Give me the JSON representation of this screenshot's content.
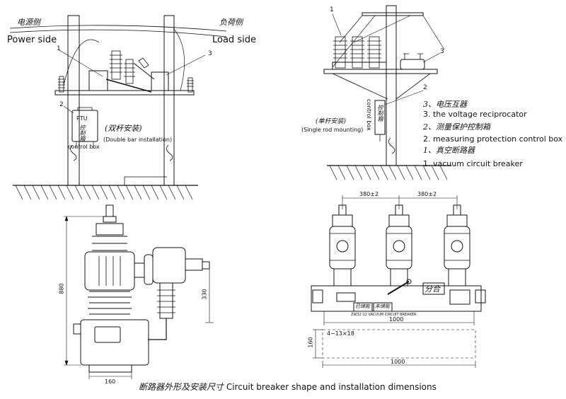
{
  "top_left": {
    "power_side_cn": "电源侧",
    "power_side_en": "Power side",
    "load_side_cn": "负荷侧",
    "load_side_en": "Load side",
    "callout_1": "1",
    "callout_2": "2",
    "callout_3": "3",
    "box_label_en": "PTU",
    "box_label_cn": "控制箱",
    "box_caption": "control box",
    "mount_cn": "(双杆安装)",
    "mount_en": "(Double bar installation)"
  },
  "top_right": {
    "callout_1": "1",
    "callout_2": "2",
    "callout_3": "3",
    "box_label_cn": "控制箱",
    "box_label_en": "control box",
    "mount_cn": "(单杆安装)",
    "mount_en": "(Single rod mounting)"
  },
  "legend": {
    "item3_cn": "3、电压互器",
    "item3_en": "3. the voltage reciprocator",
    "item2_cn": "2、测量保护控制箱",
    "item2_en": "2. measuring protection control box",
    "item1_cn": "1、真空断路器",
    "item1_en": "1. vacuum circuit breaker"
  },
  "side_view": {
    "dim_height": "880",
    "dim_mid": "330",
    "dim_base": "160"
  },
  "front_view": {
    "dim_spacing_1": "380±2",
    "dim_spacing_2": "380±2",
    "switch_label": "分合",
    "plate_left": "已储能",
    "plate_right": "未储能",
    "nameplate": "ZW32-12 VACUUM CIRCUIT BREAKER",
    "dim_width_1": "1000",
    "dim_holes": "4−13×18",
    "dim_depth": "160",
    "dim_width_2": "1000"
  },
  "caption": {
    "cn": "断路器外形及安装尺寸",
    "en": "Circuit breaker shape and installation dimensions"
  }
}
